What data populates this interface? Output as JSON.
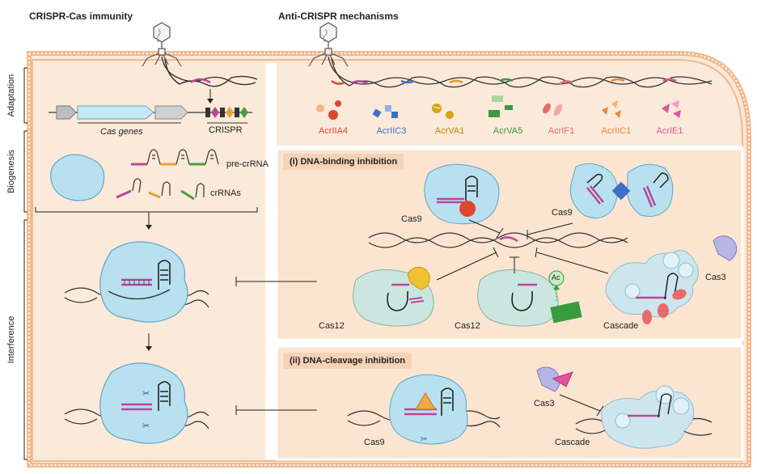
{
  "headers": {
    "left": "CRISPR-Cas immunity",
    "right": "Anti-CRISPR mechanisms"
  },
  "stages": {
    "adaptation": "Adaptation",
    "biogenesis": "Biogenesis",
    "interference": "Interference"
  },
  "left_panel": {
    "cas_genes": "Cas genes",
    "crispr": "CRISPR",
    "pre_crrna": "pre-crRNA",
    "crrnas": "crRNAs"
  },
  "acrs": [
    {
      "label": "AcrIIA4",
      "color": "#e0452e"
    },
    {
      "label": "AcrIIC3",
      "color": "#3e6fc4"
    },
    {
      "label": "AcrVA1",
      "color": "#d6a316"
    },
    {
      "label": "AcrVA5",
      "color": "#3a9b3a"
    },
    {
      "label": "AcrIF1",
      "color": "#e86a6a"
    },
    {
      "label": "AcrIIC1",
      "color": "#e8883a"
    },
    {
      "label": "AcrIE1",
      "color": "#e0559a"
    }
  ],
  "panel_i": {
    "title": "(i) DNA-binding inhibition",
    "cas9_left": "Cas9",
    "cas9_right": "Cas9",
    "cas12_left": "Cas12",
    "cas12_right": "Cas12",
    "ac": "Ac",
    "cascade": "Cascade",
    "cas3": "Cas3"
  },
  "panel_ii": {
    "title": "(ii) DNA-cleavage inhibition",
    "cas9": "Cas9",
    "cas3": "Cas3",
    "cascade": "Cascade"
  },
  "colors": {
    "cell_fill": "#fbe9d9",
    "membrane": "#f3c6a0",
    "protein": "#b9e0ef",
    "protein_edge": "#5aa7c9",
    "crrna": "#b8479b",
    "cascade": "#cde6ee",
    "cas12": "#cbe6df"
  }
}
